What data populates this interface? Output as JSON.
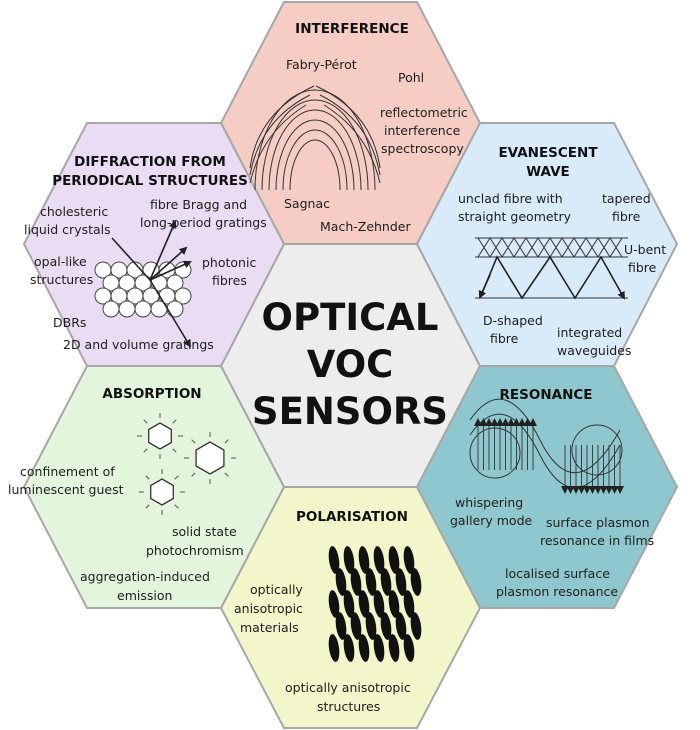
{
  "center": {
    "lines": [
      "OPTICAL",
      "VOC",
      "SENSORS"
    ]
  },
  "colors": {
    "center": "#ededed",
    "interference": "#f6cdc5",
    "evanescent": "#d9ebf8",
    "resonance": "#8ec8ce",
    "polarisation": "#f3f6cb",
    "absorption": "#e3f5dc",
    "diffraction": "#eadcf3",
    "border": "#a7a7a7"
  },
  "interference": {
    "title": "INTERFERENCE",
    "labels": [
      "Fabry-Pérot",
      "Pohl",
      "reflectometric",
      "interference",
      "spectroscopy",
      "Sagnac",
      "Mach-Zehnder"
    ]
  },
  "evanescent": {
    "title": [
      "EVANESCENT",
      "WAVE"
    ],
    "labels": [
      "unclad fibre with",
      "straight geometry",
      "tapered",
      "fibre",
      "U-bent",
      "fibre",
      "D-shaped",
      "fibre",
      "integrated",
      "waveguides"
    ]
  },
  "resonance": {
    "title": "RESONANCE",
    "labels": [
      "whispering",
      "gallery mode",
      "surface plasmon",
      "resonance in films",
      "localised surface",
      "plasmon resonance"
    ]
  },
  "polarisation": {
    "title": "POLARISATION",
    "labels": [
      "optically",
      "anisotropic",
      "materials",
      "optically anisotropic",
      "structures"
    ]
  },
  "absorption": {
    "title": "ABSORPTION",
    "labels": [
      "confinement of",
      "luminescent guest",
      "solid state",
      "photochromism",
      "aggregation-induced",
      "emission"
    ]
  },
  "diffraction": {
    "title": [
      "DIFFRACTION FROM",
      "PERIODICAL STRUCTURES"
    ],
    "labels": [
      "cholesteric",
      "liquid crystals",
      "fibre Bragg and",
      "long-period gratings",
      "opal-like",
      "structures",
      "photonic",
      "fibres",
      "DBRs",
      "2D and volume gratings"
    ]
  }
}
